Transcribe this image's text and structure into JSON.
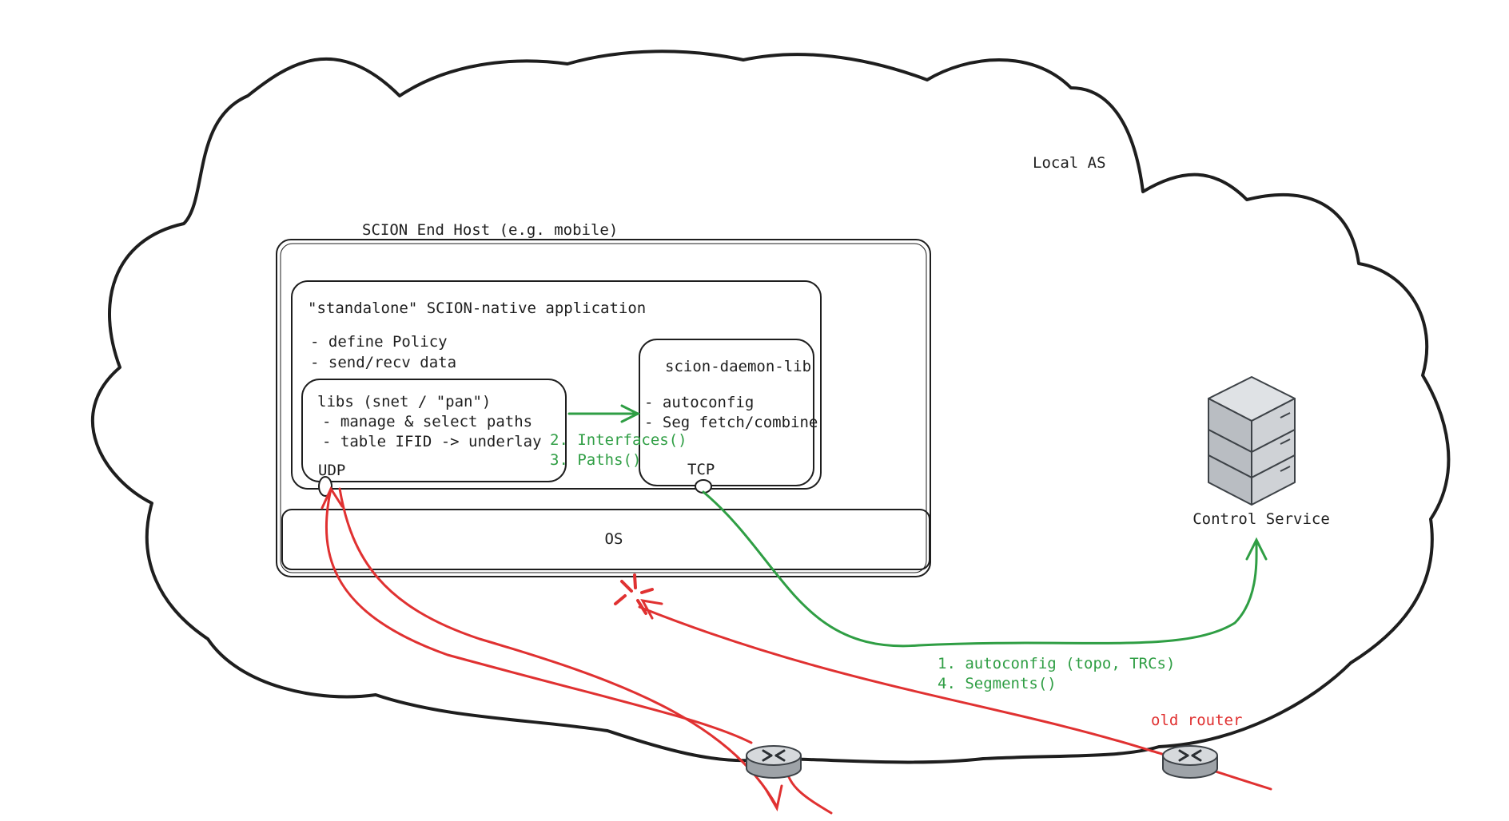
{
  "diagram": {
    "local_as_label": "Local AS",
    "end_host_label": "SCION End Host (e.g. mobile)",
    "app": {
      "title": "\"standalone\" SCION-native application",
      "bullets": [
        "- define Policy",
        "- send/recv data"
      ]
    },
    "libs": {
      "lines": [
        "libs (snet / \"pan\")",
        "- manage & select paths",
        "- table IFID -> underlay"
      ],
      "port_label": "UDP"
    },
    "daemon": {
      "title": "scion-daemon-lib",
      "bullets": [
        "- autoconfig",
        "- Seg fetch/combine"
      ],
      "port_label": "TCP"
    },
    "os_label": "OS",
    "lib_calls": [
      "2. Interfaces()",
      "3. Paths()"
    ],
    "cs_calls": [
      "1. autoconfig (topo, TRCs)",
      "4. Segments()"
    ],
    "control_service_label": "Control Service",
    "old_router_label": "old router",
    "icons": [
      "router-icon",
      "server-stack-icon"
    ],
    "colors": {
      "stroke": "#1e1e1e",
      "green": "#2f9e44",
      "red": "#e03131",
      "router": "#c9cdd2",
      "server": "#c3c7cc"
    }
  }
}
